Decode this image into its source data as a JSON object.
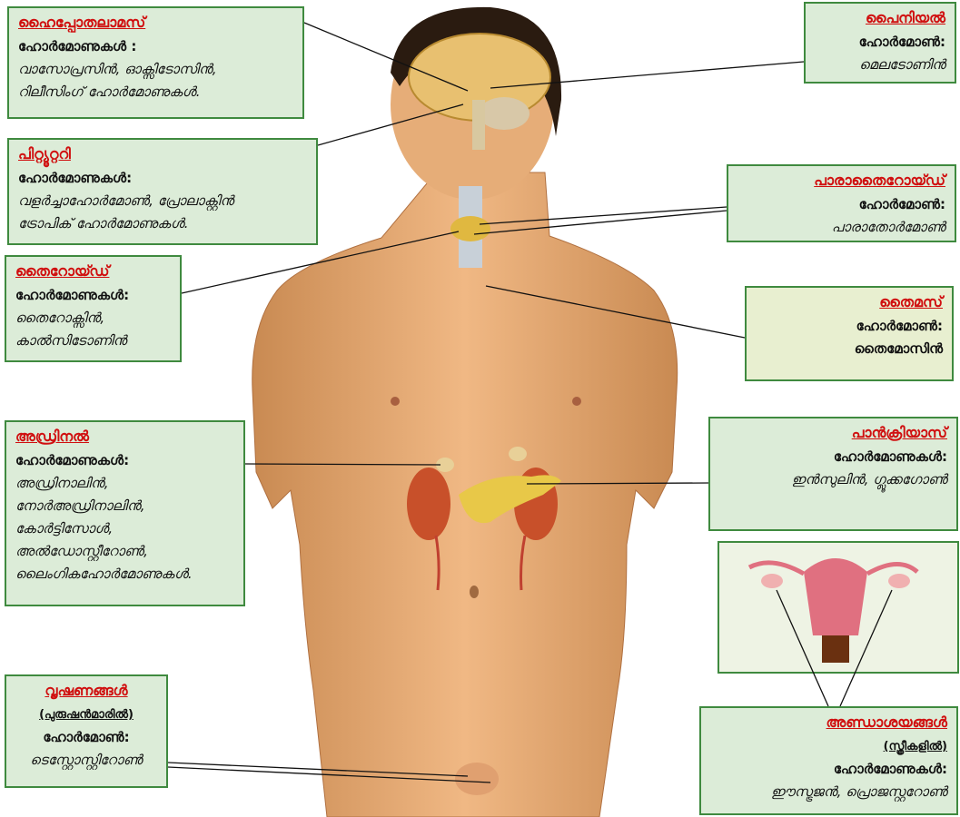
{
  "colors": {
    "box_bg": "#dcecd8",
    "box_border": "#3f8a3f",
    "title": "#d01010",
    "skin": "#e2a66e"
  },
  "labels": {
    "hypothalamus": {
      "title": "ഹൈപ്പോതലാമസ്",
      "line1": "ഹോർമോണുകൾ :",
      "line2": "വാസോപ്രസിൻ, ഓക്സിടോസിൻ,",
      "line3": "റിലീസിംഗ് ഹോർമോണുകൾ."
    },
    "pituitary": {
      "title": "പിറ്റ്യൂറ്ററി",
      "line1": "ഹോർമോണുകൾ:",
      "line2": "വളർച്ചാഹോർമോൺ, പ്രോലാക്റ്റിൻ",
      "line3": "ട്രോപിക് ഹോർമോണുകൾ."
    },
    "thyroid": {
      "title": "തൈറോയ്ഡ്",
      "line1": "ഹോർമോണുകൾ:",
      "line2": "തൈറോക്സിൻ,",
      "line3": "കാൽസിടോണിൻ"
    },
    "adrenal": {
      "title": "അഡ്രിനൽ",
      "line1": "ഹോർമോണുകൾ:",
      "line2": "അഡ്രിനാലിൻ,",
      "line3": "നോർഅഡ്രിനാലിൻ,",
      "line4": "കോർട്ടിസോൾ,",
      "line5": "അൽഡോസ്റ്റീറോൺ,",
      "line6": "ലൈംഗികഹോർമോണുകൾ."
    },
    "testes": {
      "title": "വൃഷണങ്ങൾ",
      "line1": "(പുരുഷൻമാരിൽ)",
      "line2": "ഹോർമോൺ:",
      "line3": "ടെസ്റ്റോസ്റ്റിറോൺ"
    },
    "pineal": {
      "title": "പൈനിയൽ",
      "line1": "ഹോർമോൺ:",
      "line2": "മെലടോണിൻ"
    },
    "parathyroid": {
      "title": "പാരാതൈറോയ്ഡ്",
      "line1": "ഹോർമോൺ:",
      "line2": "പാരാതോർമോൺ"
    },
    "thymus": {
      "title": "തൈമസ്",
      "line1": "ഹോർമോൺ:",
      "line2": "തൈമോസിൻ"
    },
    "pancreas": {
      "title": "പാൻക്രിയാസ്",
      "line1": "ഹോർമോണുകൾ:",
      "line2": "ഇൻസുലിൻ, ഗ്ലൂക്കഗോൺ"
    },
    "ovaries": {
      "title": "അണ്ഡാശയങ്ങൾ",
      "line1": "(സ്ത്രീകളിൽ)",
      "line2": "ഹോർമോണുകൾ:",
      "line3": "ഈസ്ട്രജൻ, പ്രൊജസ്റ്ററോൺ"
    }
  }
}
